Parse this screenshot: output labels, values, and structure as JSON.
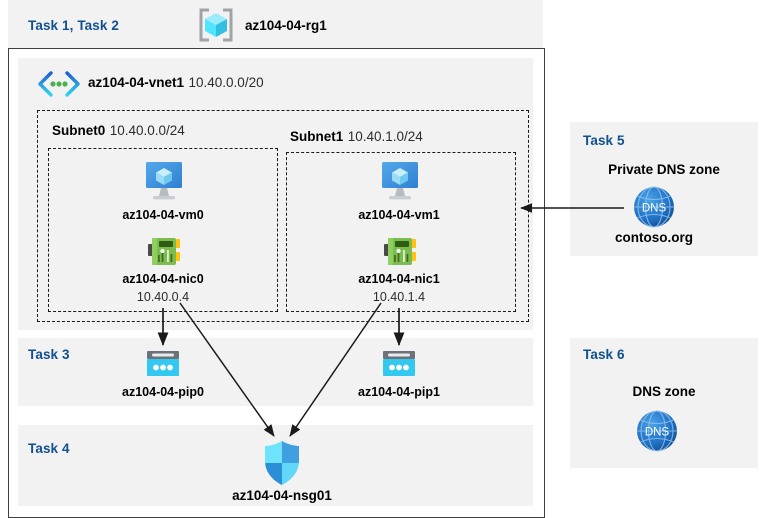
{
  "diagram": {
    "title": "Azure AZ-104 Lab 04 resource topology",
    "colors": {
      "task_label": "#10508f",
      "panel_bg": "#f2f2f2",
      "frame_border": "#3f3f3f",
      "vm_blue": "#3b96e3",
      "nic_green": "#68ad45",
      "pip_cyan": "#32c8ef",
      "dns_blue": "#1f6fc4",
      "nsg_blue": "#3fc9f5",
      "rg_cyan": "#50e6ff",
      "vnet_blue": "#1f9cf0",
      "vnet_dot_green": "#4caf50"
    },
    "header": {
      "task_label": "Task 1, Task 2",
      "icon": "resource-group-icon",
      "resource_name": "az104-04-rg1"
    },
    "vnet": {
      "icon": "virtual-network-icon",
      "name": "az104-04-vnet1",
      "cidr": "10.40.0.0/20"
    },
    "subnets": [
      {
        "name": "Subnet0",
        "cidr": "10.40.0.0/24",
        "vm": {
          "icon": "virtual-machine-icon",
          "name": "az104-04-vm0"
        },
        "nic": {
          "icon": "network-interface-icon",
          "name": "az104-04-nic0",
          "ip": "10.40.0.4"
        }
      },
      {
        "name": "Subnet1",
        "cidr": "10.40.1.0/24",
        "vm": {
          "icon": "virtual-machine-icon",
          "name": "az104-04-vm1"
        },
        "nic": {
          "icon": "network-interface-icon",
          "name": "az104-04-nic1",
          "ip": "10.40.1.4"
        }
      }
    ],
    "task3": {
      "task_label": "Task 3",
      "pips": [
        {
          "icon": "public-ip-address-icon",
          "name": "az104-04-pip0"
        },
        {
          "icon": "public-ip-address-icon",
          "name": "az104-04-pip1"
        }
      ]
    },
    "task4": {
      "task_label": "Task 4",
      "nsg": {
        "icon": "network-security-group-icon",
        "name": "az104-04-nsg01"
      }
    },
    "task5": {
      "task_label": "Task 5",
      "zone_title": "Private DNS zone",
      "icon": "dns-zone-icon",
      "icon_text": "DNS",
      "zone_name": "contoso.org"
    },
    "task6": {
      "task_label": "Task 6",
      "zone_title": "DNS zone",
      "icon": "dns-zone-icon",
      "icon_text": "DNS"
    },
    "connections": [
      {
        "from": "az104-04-nic0",
        "to": "az104-04-pip0",
        "style": "arrow-down"
      },
      {
        "from": "az104-04-nic1",
        "to": "az104-04-pip1",
        "style": "arrow-down"
      },
      {
        "from": "az104-04-nic0",
        "to": "az104-04-nsg01",
        "style": "arrow-diagonal"
      },
      {
        "from": "az104-04-nic1",
        "to": "az104-04-nsg01",
        "style": "arrow-diagonal"
      },
      {
        "from": "contoso.org",
        "to": "Subnet1",
        "style": "arrow-left"
      }
    ]
  }
}
